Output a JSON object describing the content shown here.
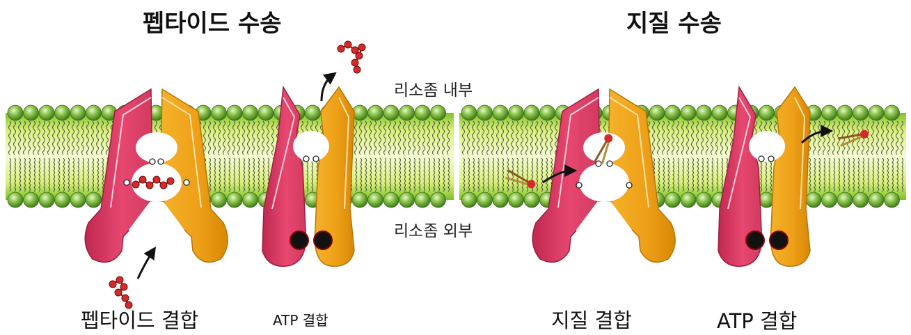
{
  "titles": {
    "peptide_transport": "펩타이드 수송",
    "lipid_transport": "지질 수송"
  },
  "membrane_labels": {
    "inside": "리소좀 내부",
    "outside": "리소좀 외부"
  },
  "captions": {
    "peptide_binding": "펩타이드 결합",
    "atp_binding_1": "ATP 결합",
    "lipid_binding": "지질 결합",
    "atp_binding_2": "ATP 결합"
  },
  "colors": {
    "left_subunit": "#e0436a",
    "right_subunit": "#f0a11c",
    "lipid_head_green": "#7ab83c",
    "membrane_core": "#c9e86a",
    "cargo_red": "#d42a2a",
    "atp_black": "#111111"
  }
}
